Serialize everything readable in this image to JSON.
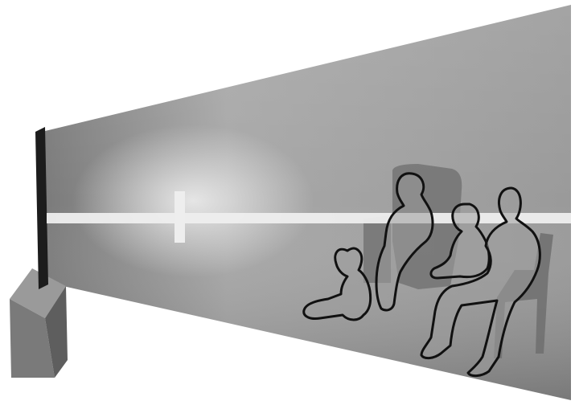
{
  "diagram": {
    "subject": "projection-viewing-room",
    "colors": {
      "background": "#ffffff",
      "beam_light": "#b8b8b8",
      "beam_dark": "#6a6a6a",
      "beam_center_glow": "#e2e2e2",
      "screen_panel": "#1c1c1c",
      "screen_base": "#7a7a7a",
      "screen_base_top": "#9a9a9a",
      "axis_line": "#eeeeee",
      "viewer_fill": "#9c9c9c",
      "viewer_outline": "#111111",
      "chair": "#6e6e6e"
    },
    "viewers": [
      "child-seated-floor",
      "adult-seated-far",
      "child-on-lap",
      "adult-seated-near"
    ]
  }
}
